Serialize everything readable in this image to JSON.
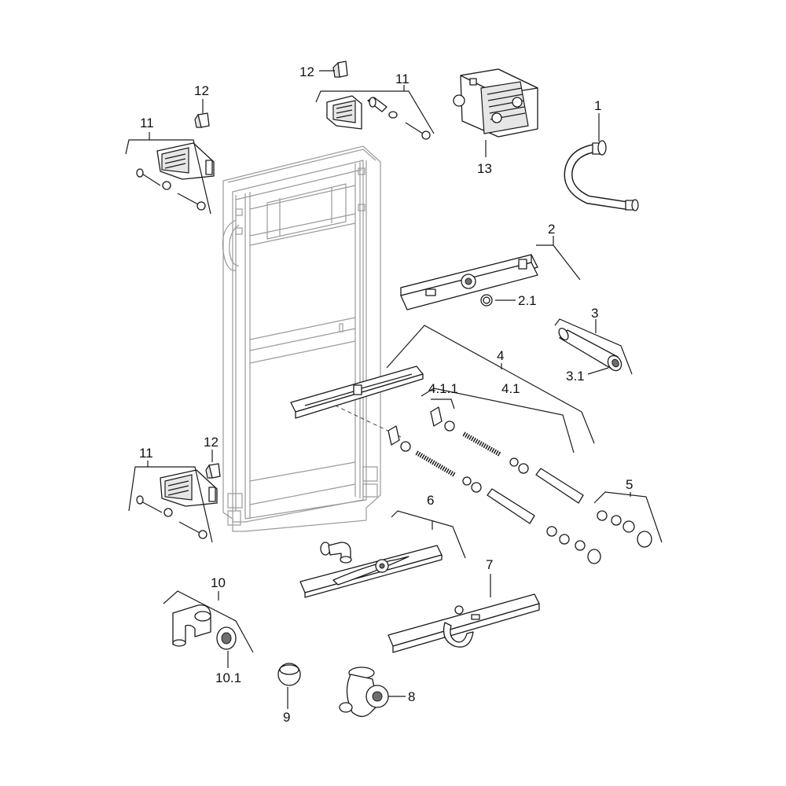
{
  "labels": {
    "p1": "1",
    "p2": "2",
    "p2_1": "2.1",
    "p3": "3",
    "p3_1": "3.1",
    "p4": "4",
    "p4_1": "4.1",
    "p4_1_1": "4.1.1",
    "p5": "5",
    "p6": "6",
    "p7": "7",
    "p8": "8",
    "p9": "9",
    "p10": "10",
    "p10_1": "10.1",
    "p11_a": "11",
    "p11_b": "11",
    "p11_c": "11",
    "p12_a": "12",
    "p12_b": "12",
    "p12_c": "12",
    "p13": "13"
  }
}
